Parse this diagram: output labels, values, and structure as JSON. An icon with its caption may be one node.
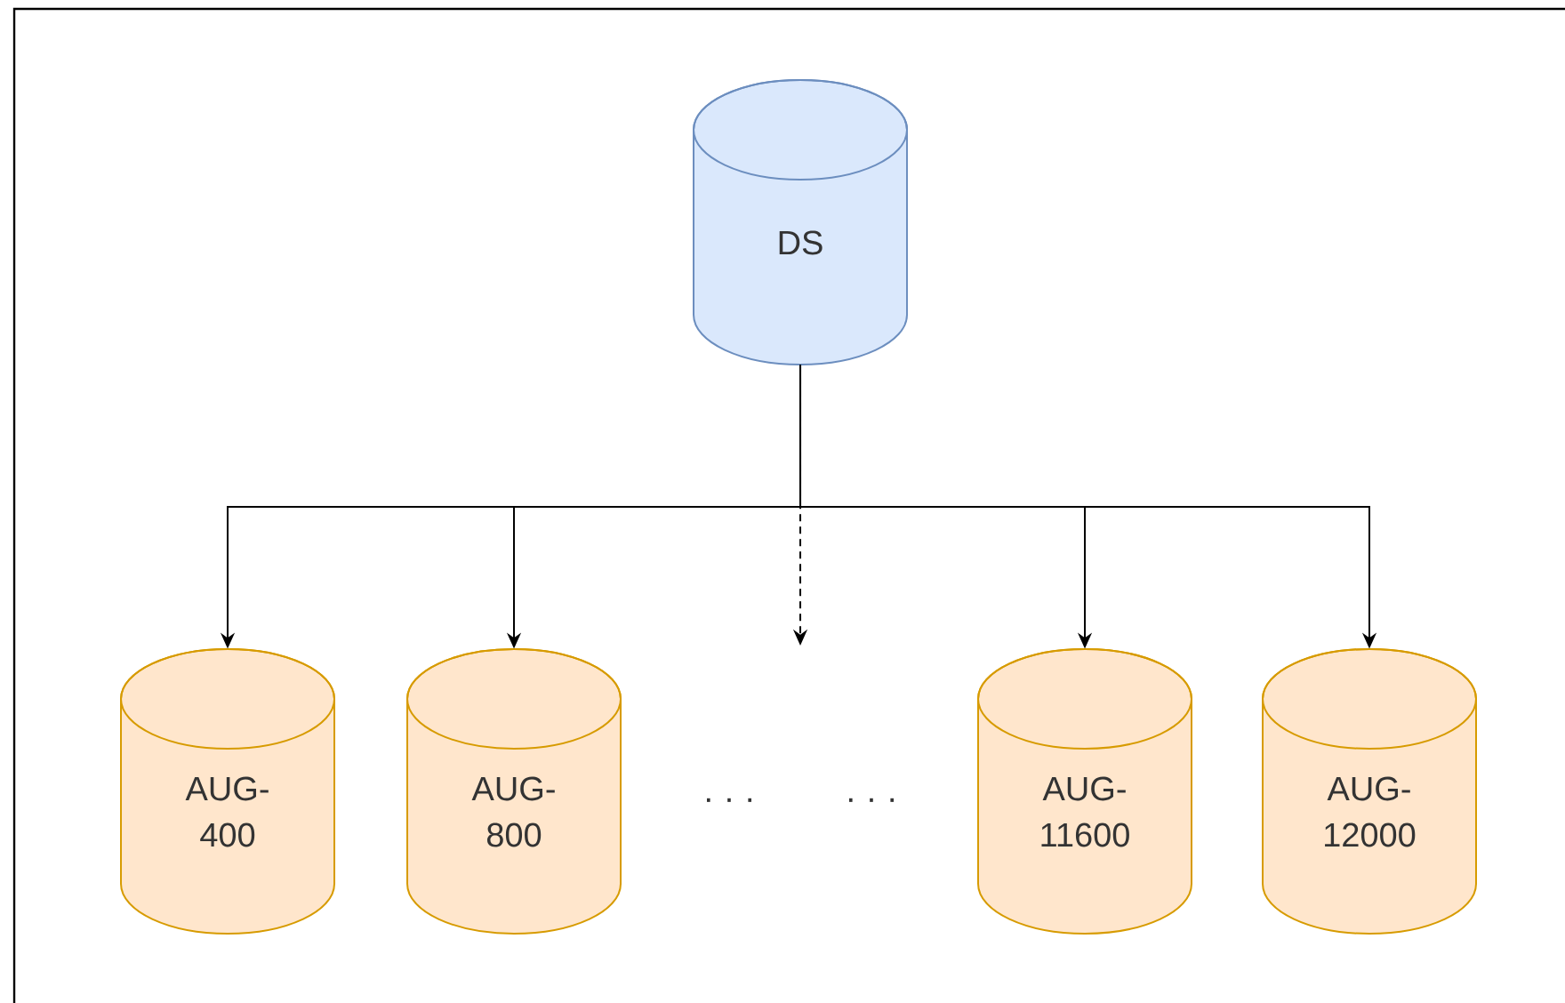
{
  "diagram": {
    "nodes": [
      {
        "text": [
          "DS"
        ]
      },
      {
        "text": [
          "AUG-400"
        ]
      },
      {
        "text": [
          "AUG-800"
        ]
      },
      {
        "text": [
          "AUG-11600"
        ]
      },
      {
        "text": [
          "AUG-12000"
        ]
      }
    ],
    "edges": [
      {
        "from": 0,
        "to": null,
        "arrow": "to",
        "style": "dashed"
      },
      {
        "from": 0,
        "to": 1,
        "arrow": "to"
      },
      {
        "from": 0,
        "to": 2,
        "arrow": "to"
      },
      {
        "from": 0,
        "to": 3,
        "arrow": "to"
      },
      {
        "from": 0,
        "to": 4,
        "arrow": "to"
      }
    ],
    "labels": [
      "· · ·",
      "· · ·"
    ]
  }
}
